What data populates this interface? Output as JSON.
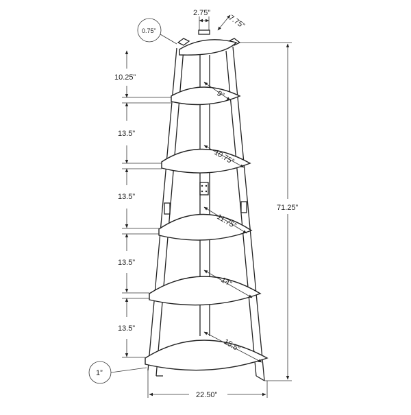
{
  "diagram": {
    "labels": {
      "top_width": "2.75”",
      "top_depth": "7.75”",
      "edge_thickness": "0.75”",
      "gap_1": "10.25”",
      "gap_2": "13.5”",
      "gap_3": "13.5”",
      "gap_4": "13.5”",
      "gap_5": "13.5”",
      "shelf_2": "9”",
      "shelf_3": "10.75”",
      "shelf_4": "11.75”",
      "shelf_5": "14”",
      "shelf_6": "15.5”",
      "total_height": "71.25”",
      "bottom_width": "22.50”",
      "foot": "1”"
    }
  },
  "colors": {
    "line": "#222222",
    "background": "#ffffff"
  }
}
